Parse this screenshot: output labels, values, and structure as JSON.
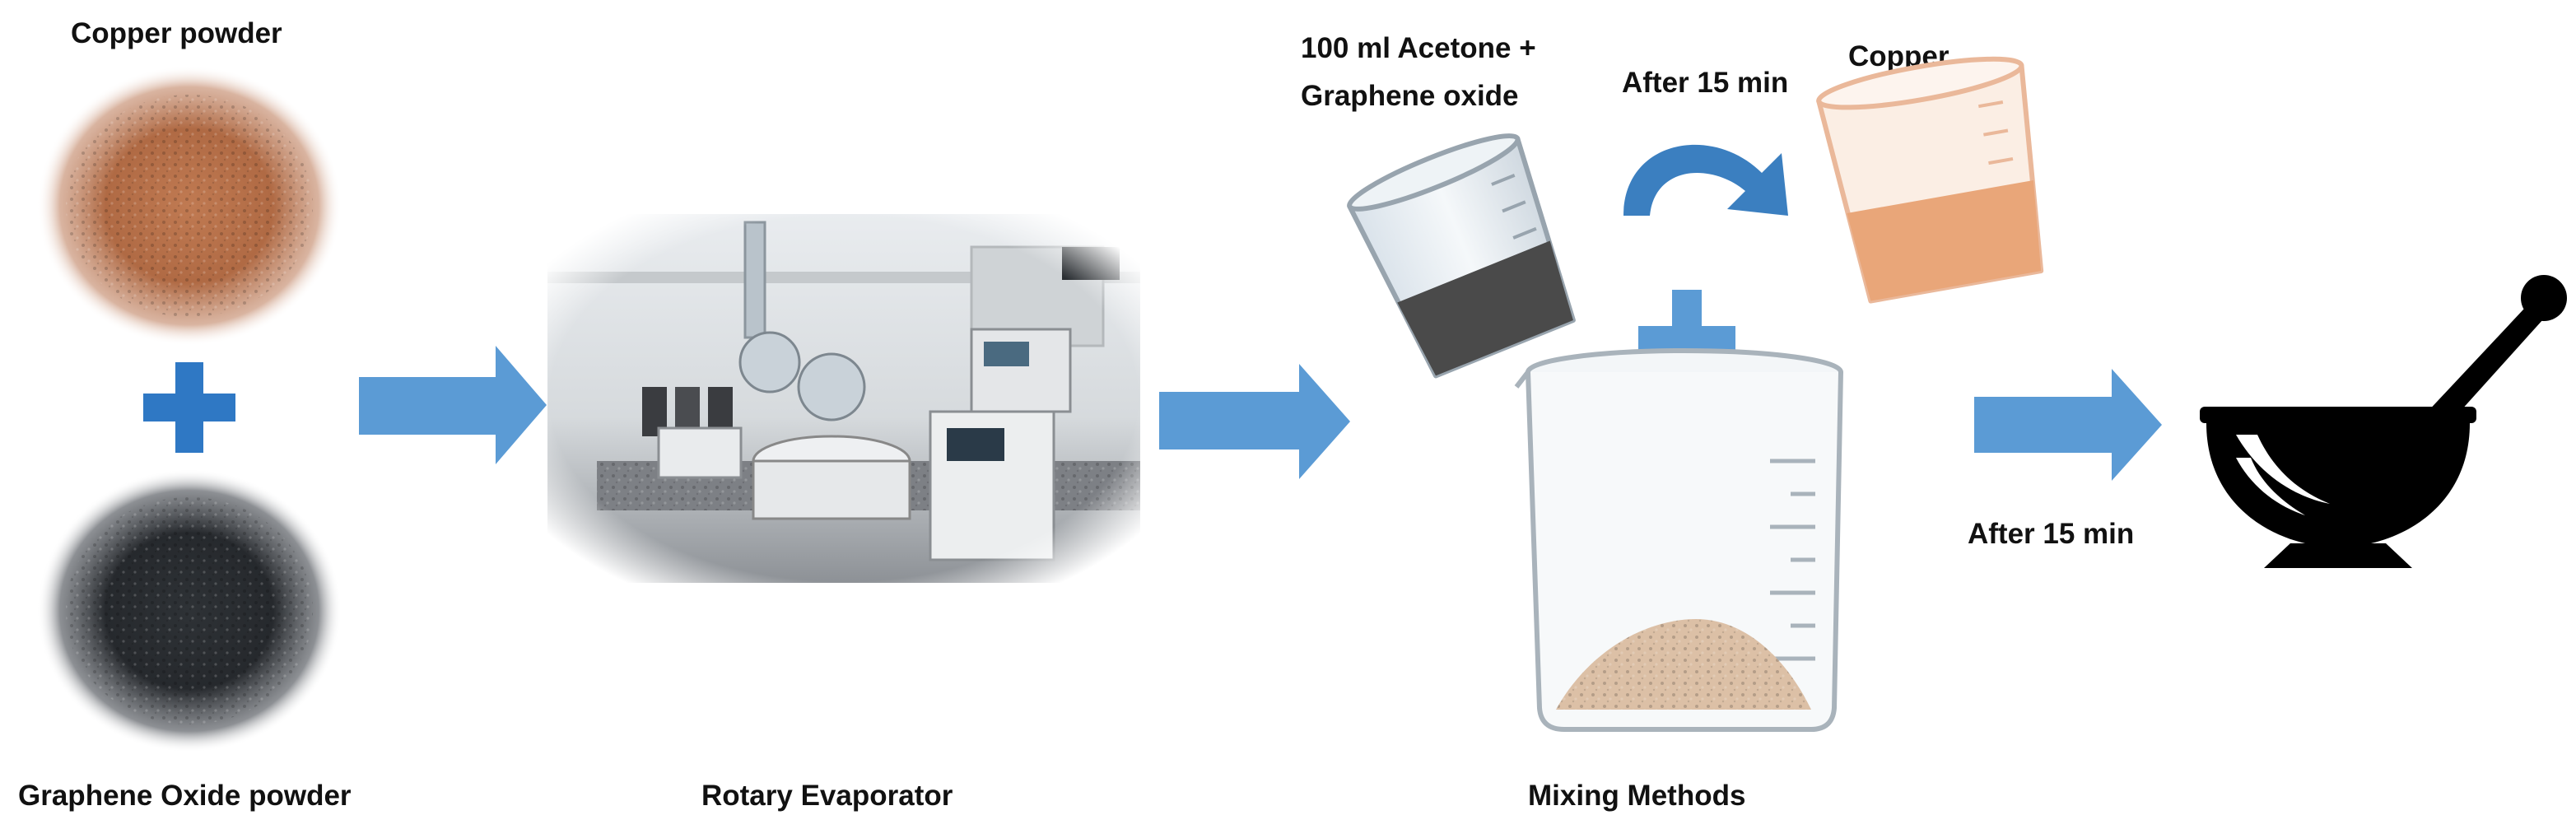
{
  "labels": {
    "copper_powder": "Copper powder",
    "graphene_oxide_powder": "Graphene Oxide powder",
    "rotary_evaporator": "Rotary Evaporator",
    "acetone_line1": "100 ml Acetone +",
    "acetone_line2": "Graphene oxide",
    "after_15_top": "After 15 min",
    "copper": "Copper",
    "mixing_methods": "Mixing Methods",
    "after_15_right": "After 15 min"
  },
  "colors": {
    "arrow_blue": "#5b9bd5",
    "plus_blue": "#2f78c4",
    "copper_powder": "#b86f48",
    "graphene_powder": "#2c2f33",
    "copper_liquid": "#e9a679",
    "graphene_liquid": "#4a4a4a",
    "mortar": "#000000"
  },
  "icons": {
    "plus": "plus-icon",
    "arrow": "right-arrow-icon",
    "curved_arrow": "curved-arrow-icon",
    "mortar": "mortar-and-pestle-icon",
    "beaker": "beaker-icon"
  }
}
